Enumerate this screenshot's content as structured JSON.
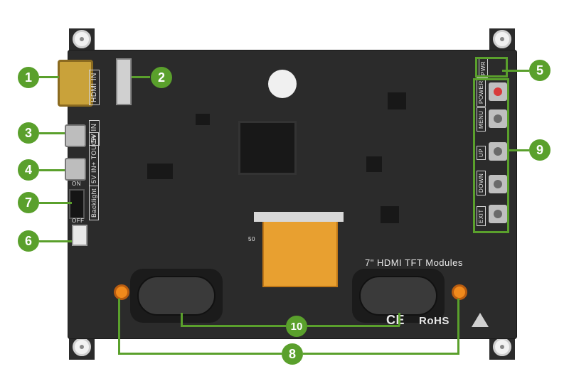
{
  "labels": {
    "hdmi_in": "HDMI IN",
    "five_v_in": "5V IN",
    "touch": "5V IN+ TOUCH",
    "backlight": "Backlight",
    "on": "ON",
    "off": "OFF",
    "pwr": "PWR",
    "power": "POWER",
    "menu": "MENU",
    "up": "UP",
    "down": "DOWN",
    "exit": "EXIT",
    "module": "7\" HDMI TFT Modules",
    "rohs": "RoHS",
    "ce": "CE",
    "pcb_note": "50"
  },
  "callouts": [
    "1",
    "2",
    "3",
    "4",
    "5",
    "6",
    "7",
    "8",
    "9",
    "10"
  ],
  "colors": {
    "callout": "#5aa02c",
    "board": "#2b2b2b",
    "flex_cable": "#e8a030",
    "standoff": "#f08a1c"
  }
}
